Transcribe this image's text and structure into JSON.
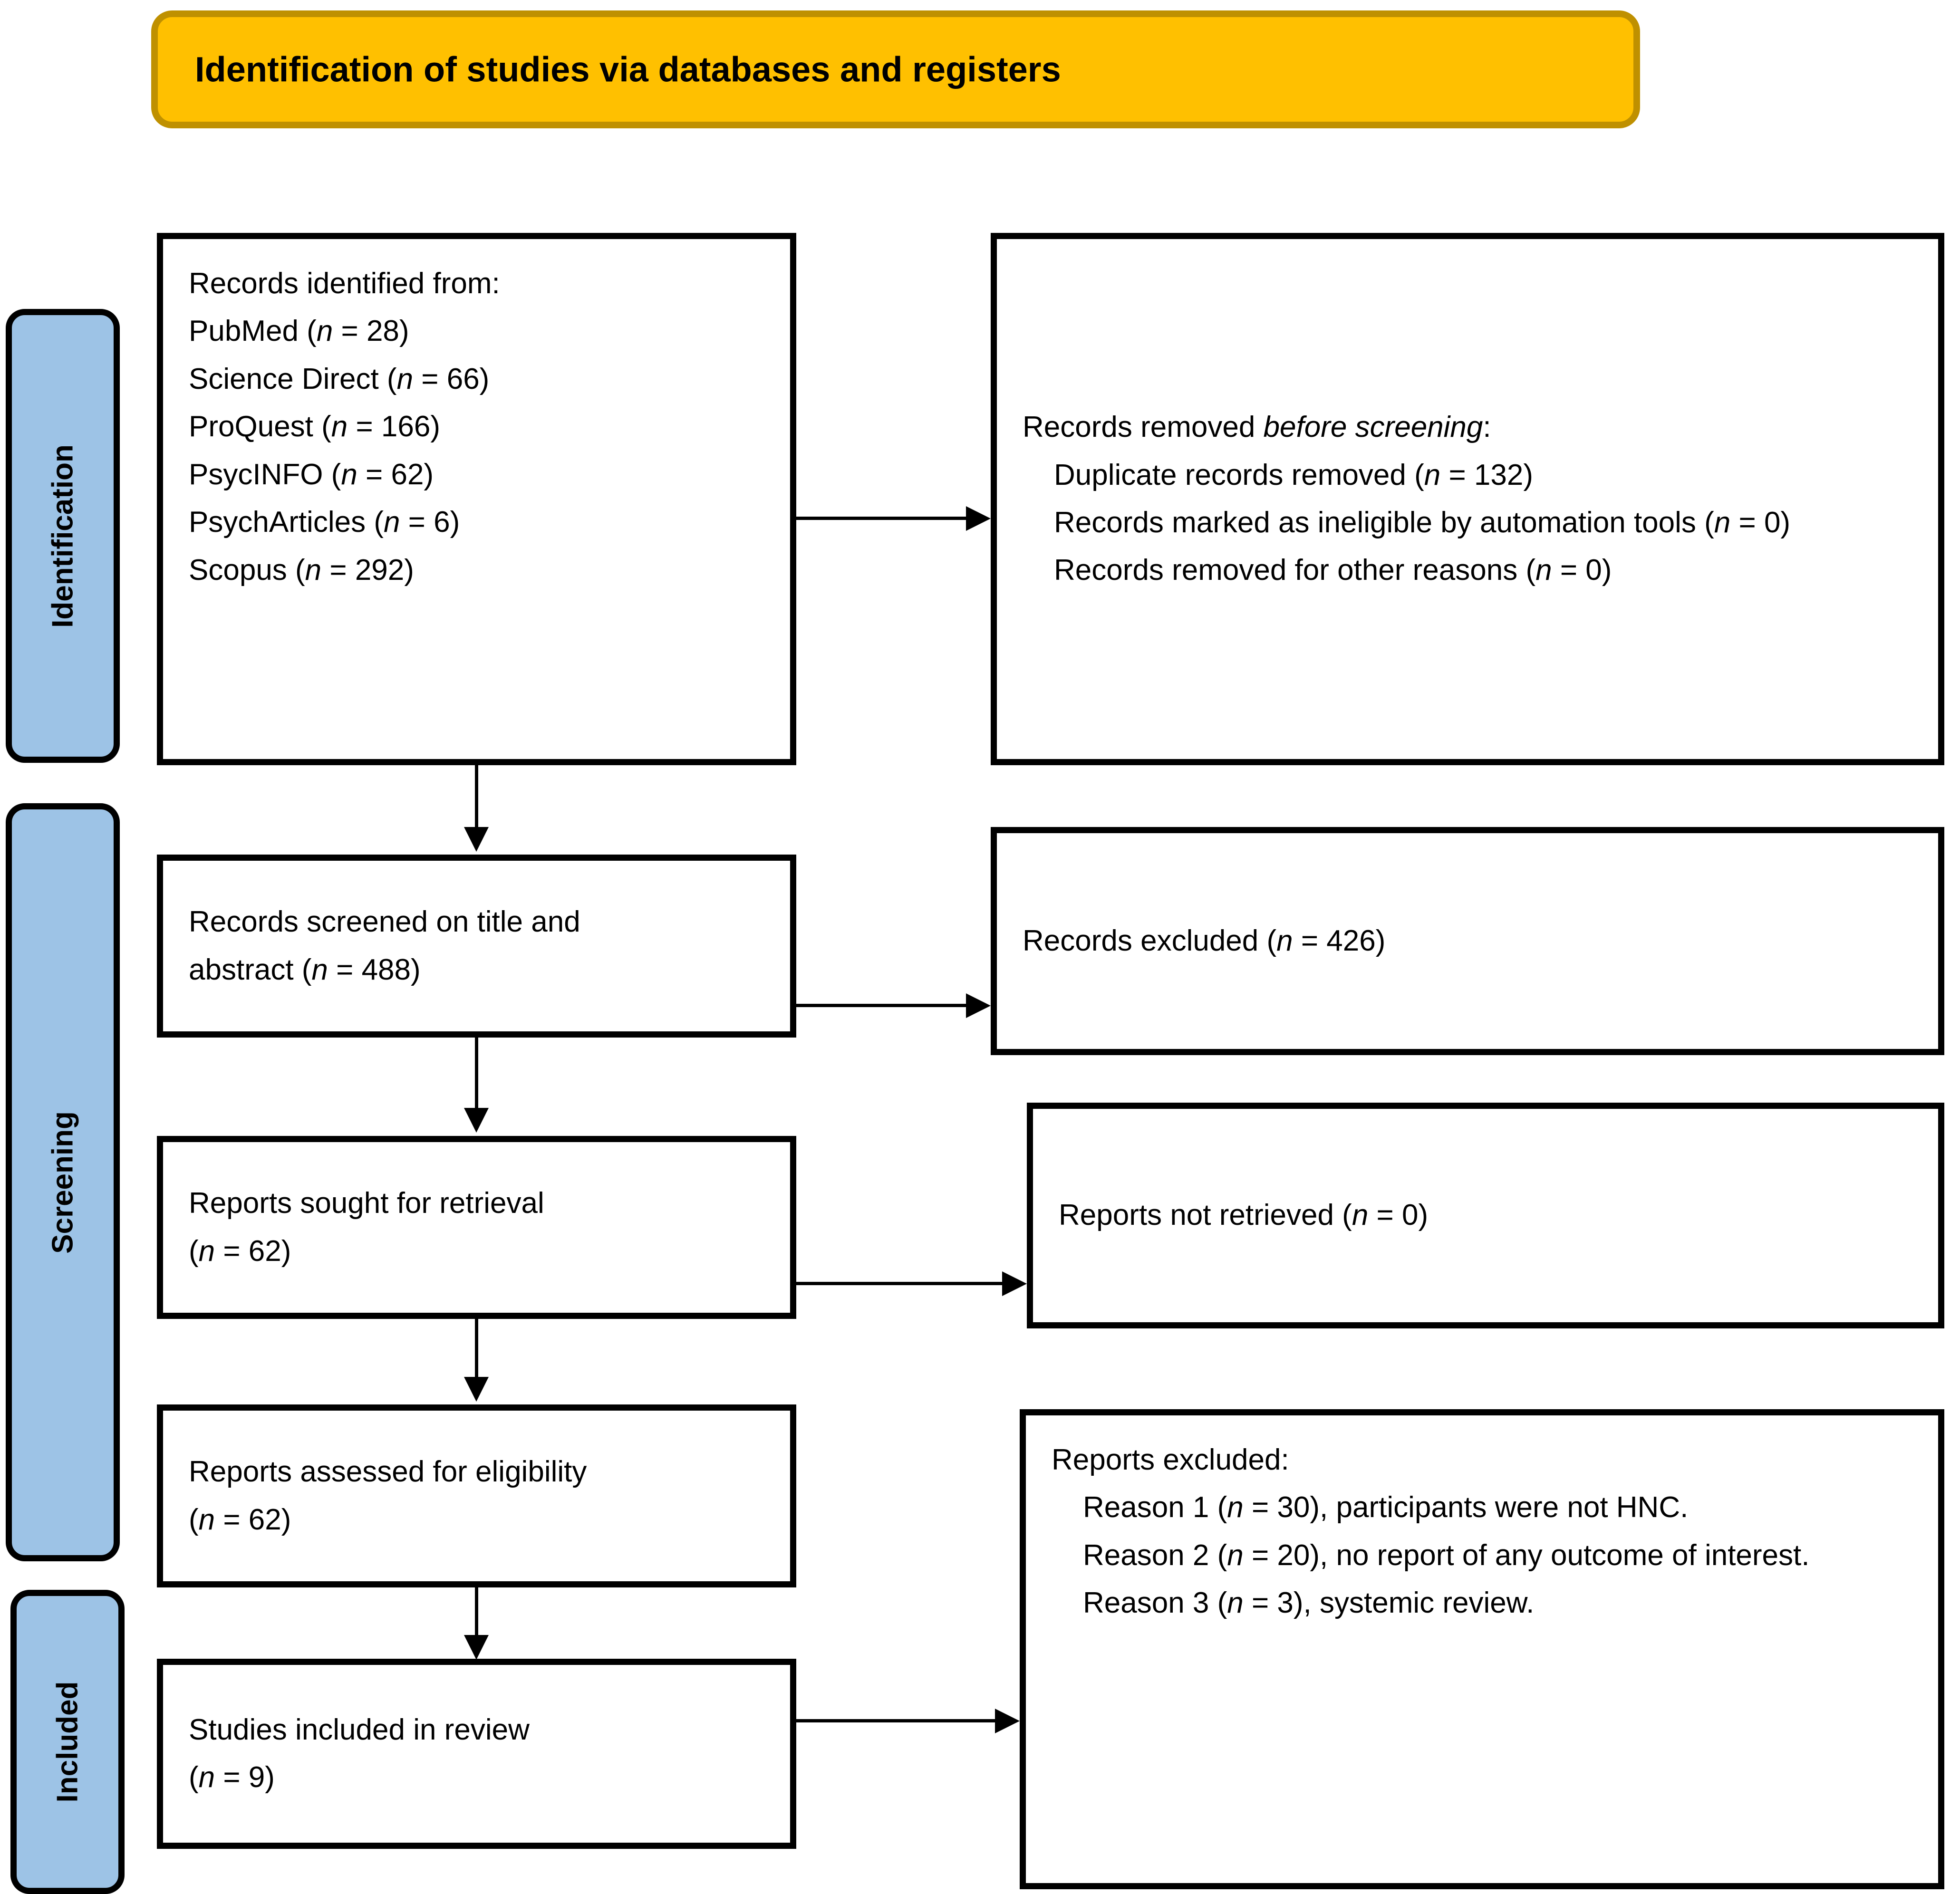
{
  "banner": {
    "title": "Identification of studies via databases and registers",
    "fill": "#FFC000",
    "border": "#BF9000"
  },
  "stages": {
    "fill": "#9DC3E6",
    "identification": "Identification",
    "screening": "Screening",
    "included": "Included"
  },
  "boxes": {
    "identified": {
      "heading": "Records identified from:",
      "sources": [
        {
          "name": "PubMed",
          "n": "28"
        },
        {
          "name": "Science Direct",
          "n": "66"
        },
        {
          "name": "ProQuest",
          "n": "166"
        },
        {
          "name": "PsycINFO",
          "n": "62"
        },
        {
          "name": "PsychArticles",
          "n": "6"
        },
        {
          "name": "Scopus",
          "n": "292"
        }
      ],
      "lines": [
        "Records identified from:",
        "PubMed (n = 28)",
        "Science Direct (n = 66)",
        "ProQuest (n = 166)",
        "PsycINFO (n = 62)",
        "PsychArticles (n = 6)",
        "Scopus (n = 292)"
      ]
    },
    "removed_before_screening": {
      "heading_prefix": "Records removed ",
      "heading_italic": "before screening",
      "heading_suffix": ":",
      "items": [
        {
          "label": "Duplicate records removed",
          "n": "132"
        },
        {
          "label": "Records marked as ineligible by automation tools",
          "n": "0"
        },
        {
          "label": "Records removed for other reasons",
          "n": "0"
        }
      ],
      "lines": [
        "Duplicate records removed (n = 132)",
        "Records marked as ineligible by automation tools (n = 0)",
        "Records removed for other reasons (n = 0)"
      ]
    },
    "screened": {
      "line1": "Records screened on title and",
      "line2": "abstract (n = 488)",
      "label": "Records screened on title and abstract",
      "n": "488"
    },
    "records_excluded": {
      "text": "Records excluded (n = 426)",
      "label": "Records excluded",
      "n": "426"
    },
    "sought": {
      "line1": "Reports sought for retrieval",
      "line2": "(n = 62)",
      "label": "Reports sought for retrieval",
      "n": "62"
    },
    "not_retrieved": {
      "text": "Reports not retrieved (n = 0)",
      "label": "Reports not retrieved",
      "n": "0"
    },
    "assessed": {
      "line1": "Reports assessed for eligibility",
      "line2": "(n = 62)",
      "label": "Reports assessed for eligibility",
      "n": "62"
    },
    "reports_excluded": {
      "heading": "Reports excluded:",
      "reasons": [
        {
          "label": "Reason 1",
          "n": "30",
          "detail": "participants were not HNC."
        },
        {
          "label": "Reason 2",
          "n": "20",
          "detail": "no report of any outcome of interest."
        },
        {
          "label": "Reason 3",
          "n": "3",
          "detail": "systemic review."
        }
      ],
      "lines": [
        "Reason 1 (n = 30), participants were not HNC.",
        "Reason 2 (n = 20), no report of any outcome of interest.",
        "Reason 3 (n = 3), systemic review."
      ]
    },
    "included": {
      "line1": "Studies included in review",
      "line2": "(n = 9)",
      "label": "Studies included in review",
      "n": "9"
    }
  }
}
